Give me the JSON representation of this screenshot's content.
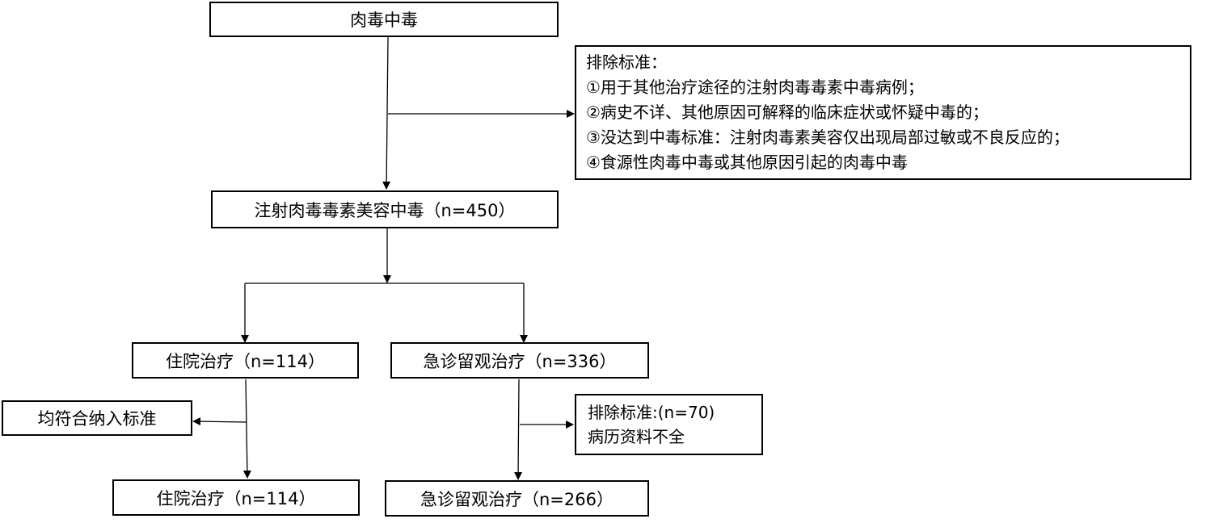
{
  "nodes": {
    "root": "肉毒中毒",
    "cohort": "注射肉毒毒素美容中毒（n=450）",
    "inpatient": "住院治疗（n=114）",
    "emergency": "急诊留观治疗（n=336）",
    "all_meet": "均符合纳入标准",
    "inpatient_final": "住院治疗（n=114）",
    "emergency_final": "急诊留观治疗（n=266）"
  },
  "exclusion_top": {
    "title": "排除标准：",
    "items": [
      "①用于其他治疗途径的注射肉毒毒素中毒病例；",
      "②病史不详、其他原因可解释的临床症状或怀疑中毒的；",
      "③没达到中毒标准：注射肉毒素美容仅出现局部过敏或不良反应的；",
      "④食源性肉毒中毒或其他原因引起的肉毒中毒"
    ]
  },
  "exclusion_er": {
    "title": "排除标准:(n=70)",
    "detail": "病历资料不全"
  }
}
